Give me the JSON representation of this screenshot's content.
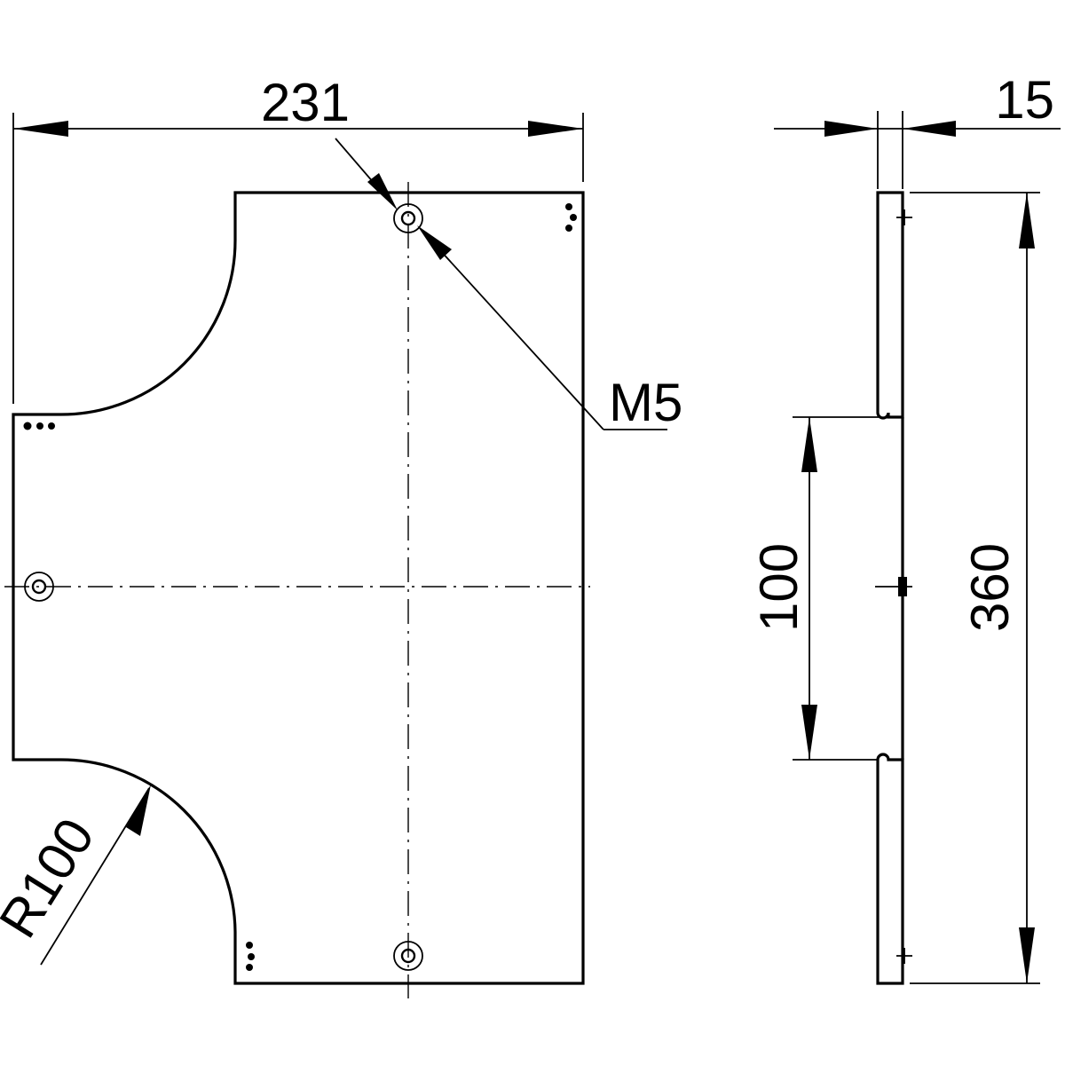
{
  "drawing": {
    "dimensions": {
      "width": "231",
      "thickness": "15",
      "height": "360",
      "gap": "100",
      "radius": "R100",
      "thread": "M5"
    }
  }
}
